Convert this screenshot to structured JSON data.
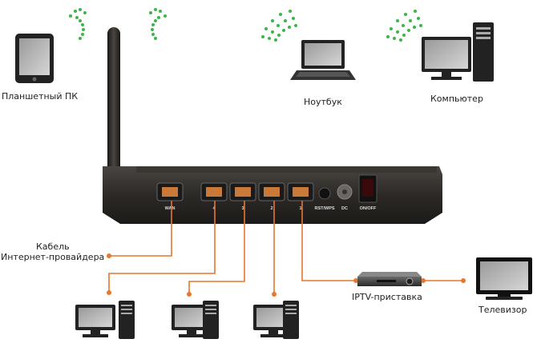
{
  "devices": {
    "tablet_label": "Планшетный ПК",
    "laptop_label": "Ноутбук",
    "computer_label": "Компьютер",
    "iptv_label": "IPTV-приставка",
    "tv_label": "Телевизор",
    "isp_cable_line1": "Кабель",
    "isp_cable_line2": "Интернет-провайдера"
  },
  "router_ports": {
    "wan": "WAN",
    "lan4": "4",
    "lan3": "3",
    "lan2": "2",
    "lan1": "1",
    "rst": "RST/WPS",
    "dc": "DC",
    "onoff": "ON/OFF"
  },
  "colors": {
    "wifi_green": "#3db54a",
    "cable_orange": "#e8762d",
    "router_body": "#2f2b28"
  }
}
